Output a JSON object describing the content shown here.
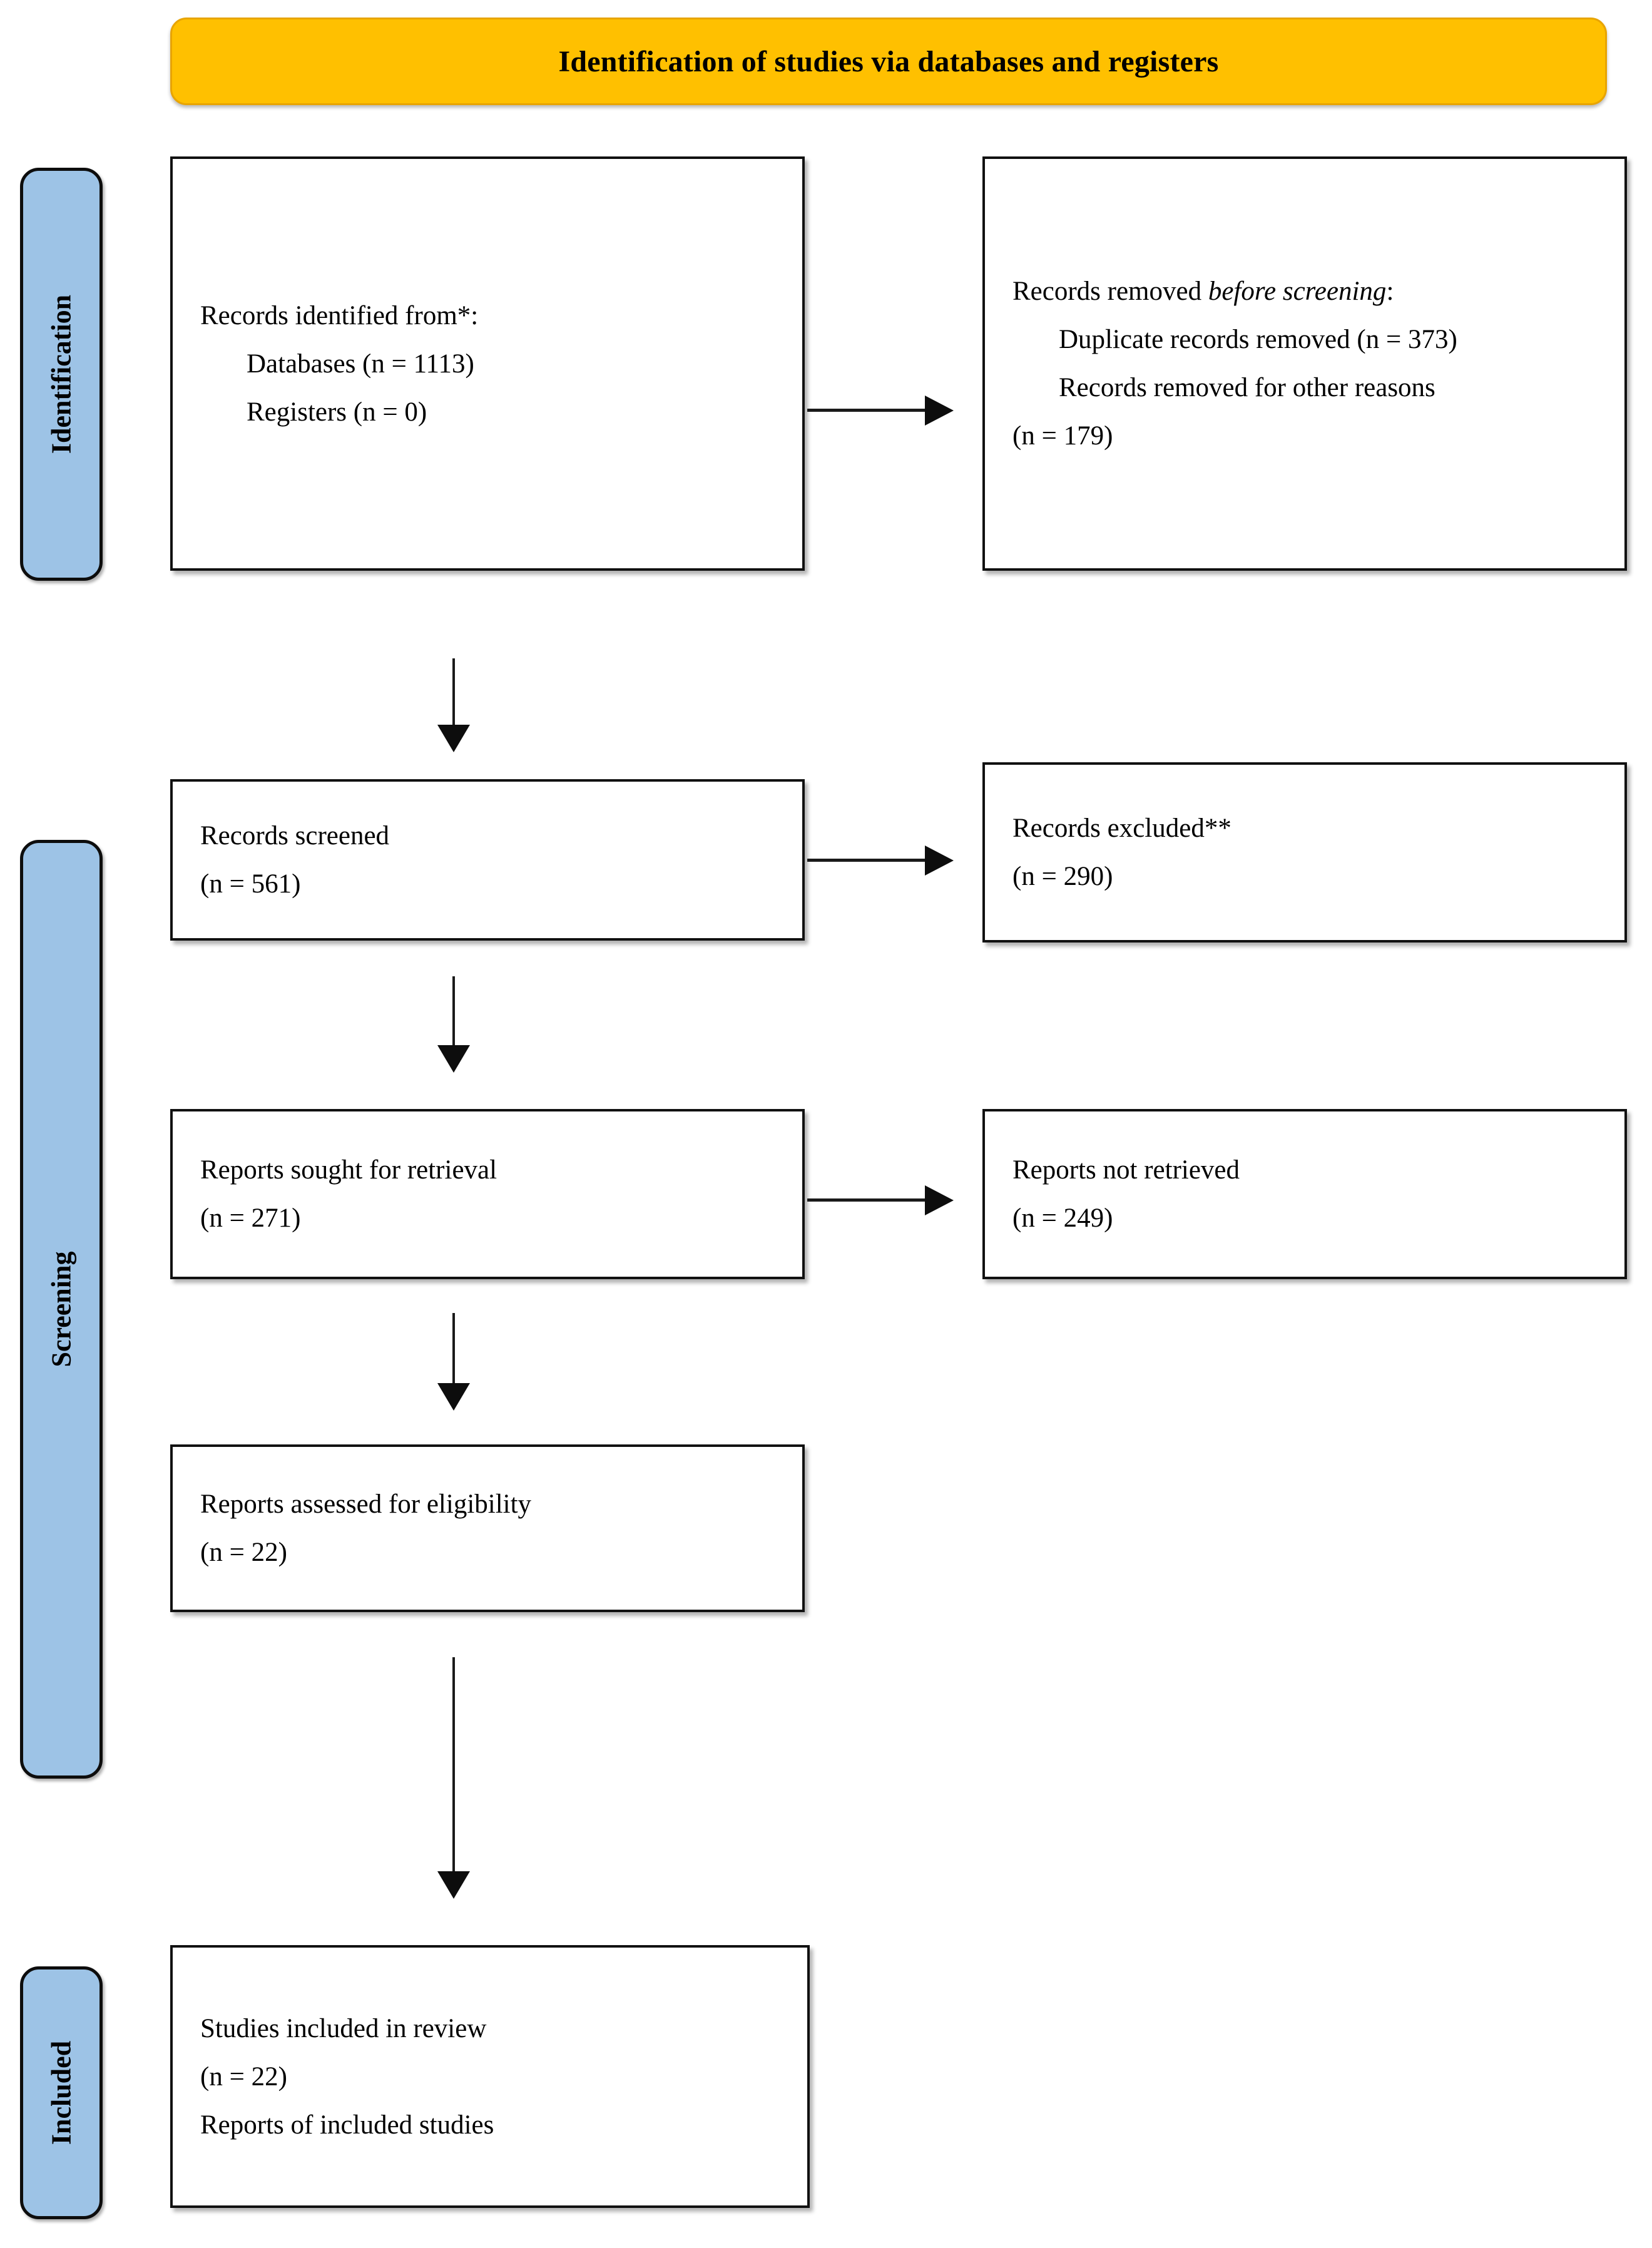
{
  "diagram": {
    "title": "Identification of studies via databases and registers",
    "type": "PRISMA flow diagram",
    "colors": {
      "banner": "#FFC000",
      "rail": "#9DC3E6",
      "box_border": "#111111",
      "connector": "#1a1a1a",
      "box_fill": "#FFFFFF"
    }
  },
  "rails": [
    {
      "id": "identification",
      "label": "Identification"
    },
    {
      "id": "screening",
      "label": "Screening"
    },
    {
      "id": "included",
      "label": "Included"
    }
  ],
  "boxes": {
    "identified": {
      "name": "Records identified from",
      "lines": [
        "Records identified from*:",
        "Databases (n = 1113)",
        "Registers (n = 0)"
      ],
      "line1": "Records identified from*:",
      "line2": "Databases (n = 1113)",
      "line3": "Registers (n = 0)"
    },
    "removed": {
      "name": "Records removed before screening",
      "line1_prefix": "Records removed ",
      "line1_italic": "before screening",
      "line1_suffix": ":",
      "line2": "Duplicate records removed (n = 373)",
      "line3": "Records removed for other reasons",
      "line4": "(n = 179)"
    },
    "screened": {
      "name": "Records screened",
      "line1": "Records screened",
      "line2": "(n = 561)"
    },
    "excluded": {
      "name": "Records excluded",
      "line1": "Records excluded**",
      "line2": "(n = 290)"
    },
    "sought": {
      "name": "Reports sought for retrieval",
      "line1": "Reports sought for retrieval",
      "line2": "(n = 271)"
    },
    "not_retrieved": {
      "name": "Reports not retrieved",
      "line1": "Reports not retrieved",
      "line2": "(n = 249)"
    },
    "eligibility": {
      "name": "Reports assessed for eligibility",
      "line1": "Reports assessed for eligibility",
      "line2": "(n = 22)"
    },
    "included_review": {
      "name": "Studies included in review",
      "line1": "Studies included in review",
      "line2": "(n = 22)",
      "line3": "Reports of included studies"
    }
  },
  "chart_data": {
    "type": "diagram",
    "title": "Identification of studies via databases and registers",
    "stages": [
      {
        "stage": "Identification",
        "nodes": [
          {
            "label": "Records identified from* : Databases",
            "n": 1113
          },
          {
            "label": "Records identified from* : Registers",
            "n": 0
          },
          {
            "label": "Duplicate records removed",
            "n": 373
          },
          {
            "label": "Records removed for other reasons",
            "n": 179
          }
        ]
      },
      {
        "stage": "Screening",
        "nodes": [
          {
            "label": "Records screened",
            "n": 561
          },
          {
            "label": "Records excluded**",
            "n": 290
          },
          {
            "label": "Reports sought for retrieval",
            "n": 271
          },
          {
            "label": "Reports not retrieved",
            "n": 249
          },
          {
            "label": "Reports assessed for eligibility",
            "n": 22
          }
        ]
      },
      {
        "stage": "Included",
        "nodes": [
          {
            "label": "Studies included in review",
            "n": 22
          },
          {
            "label": "Reports of included studies",
            "n": null
          }
        ]
      }
    ]
  }
}
